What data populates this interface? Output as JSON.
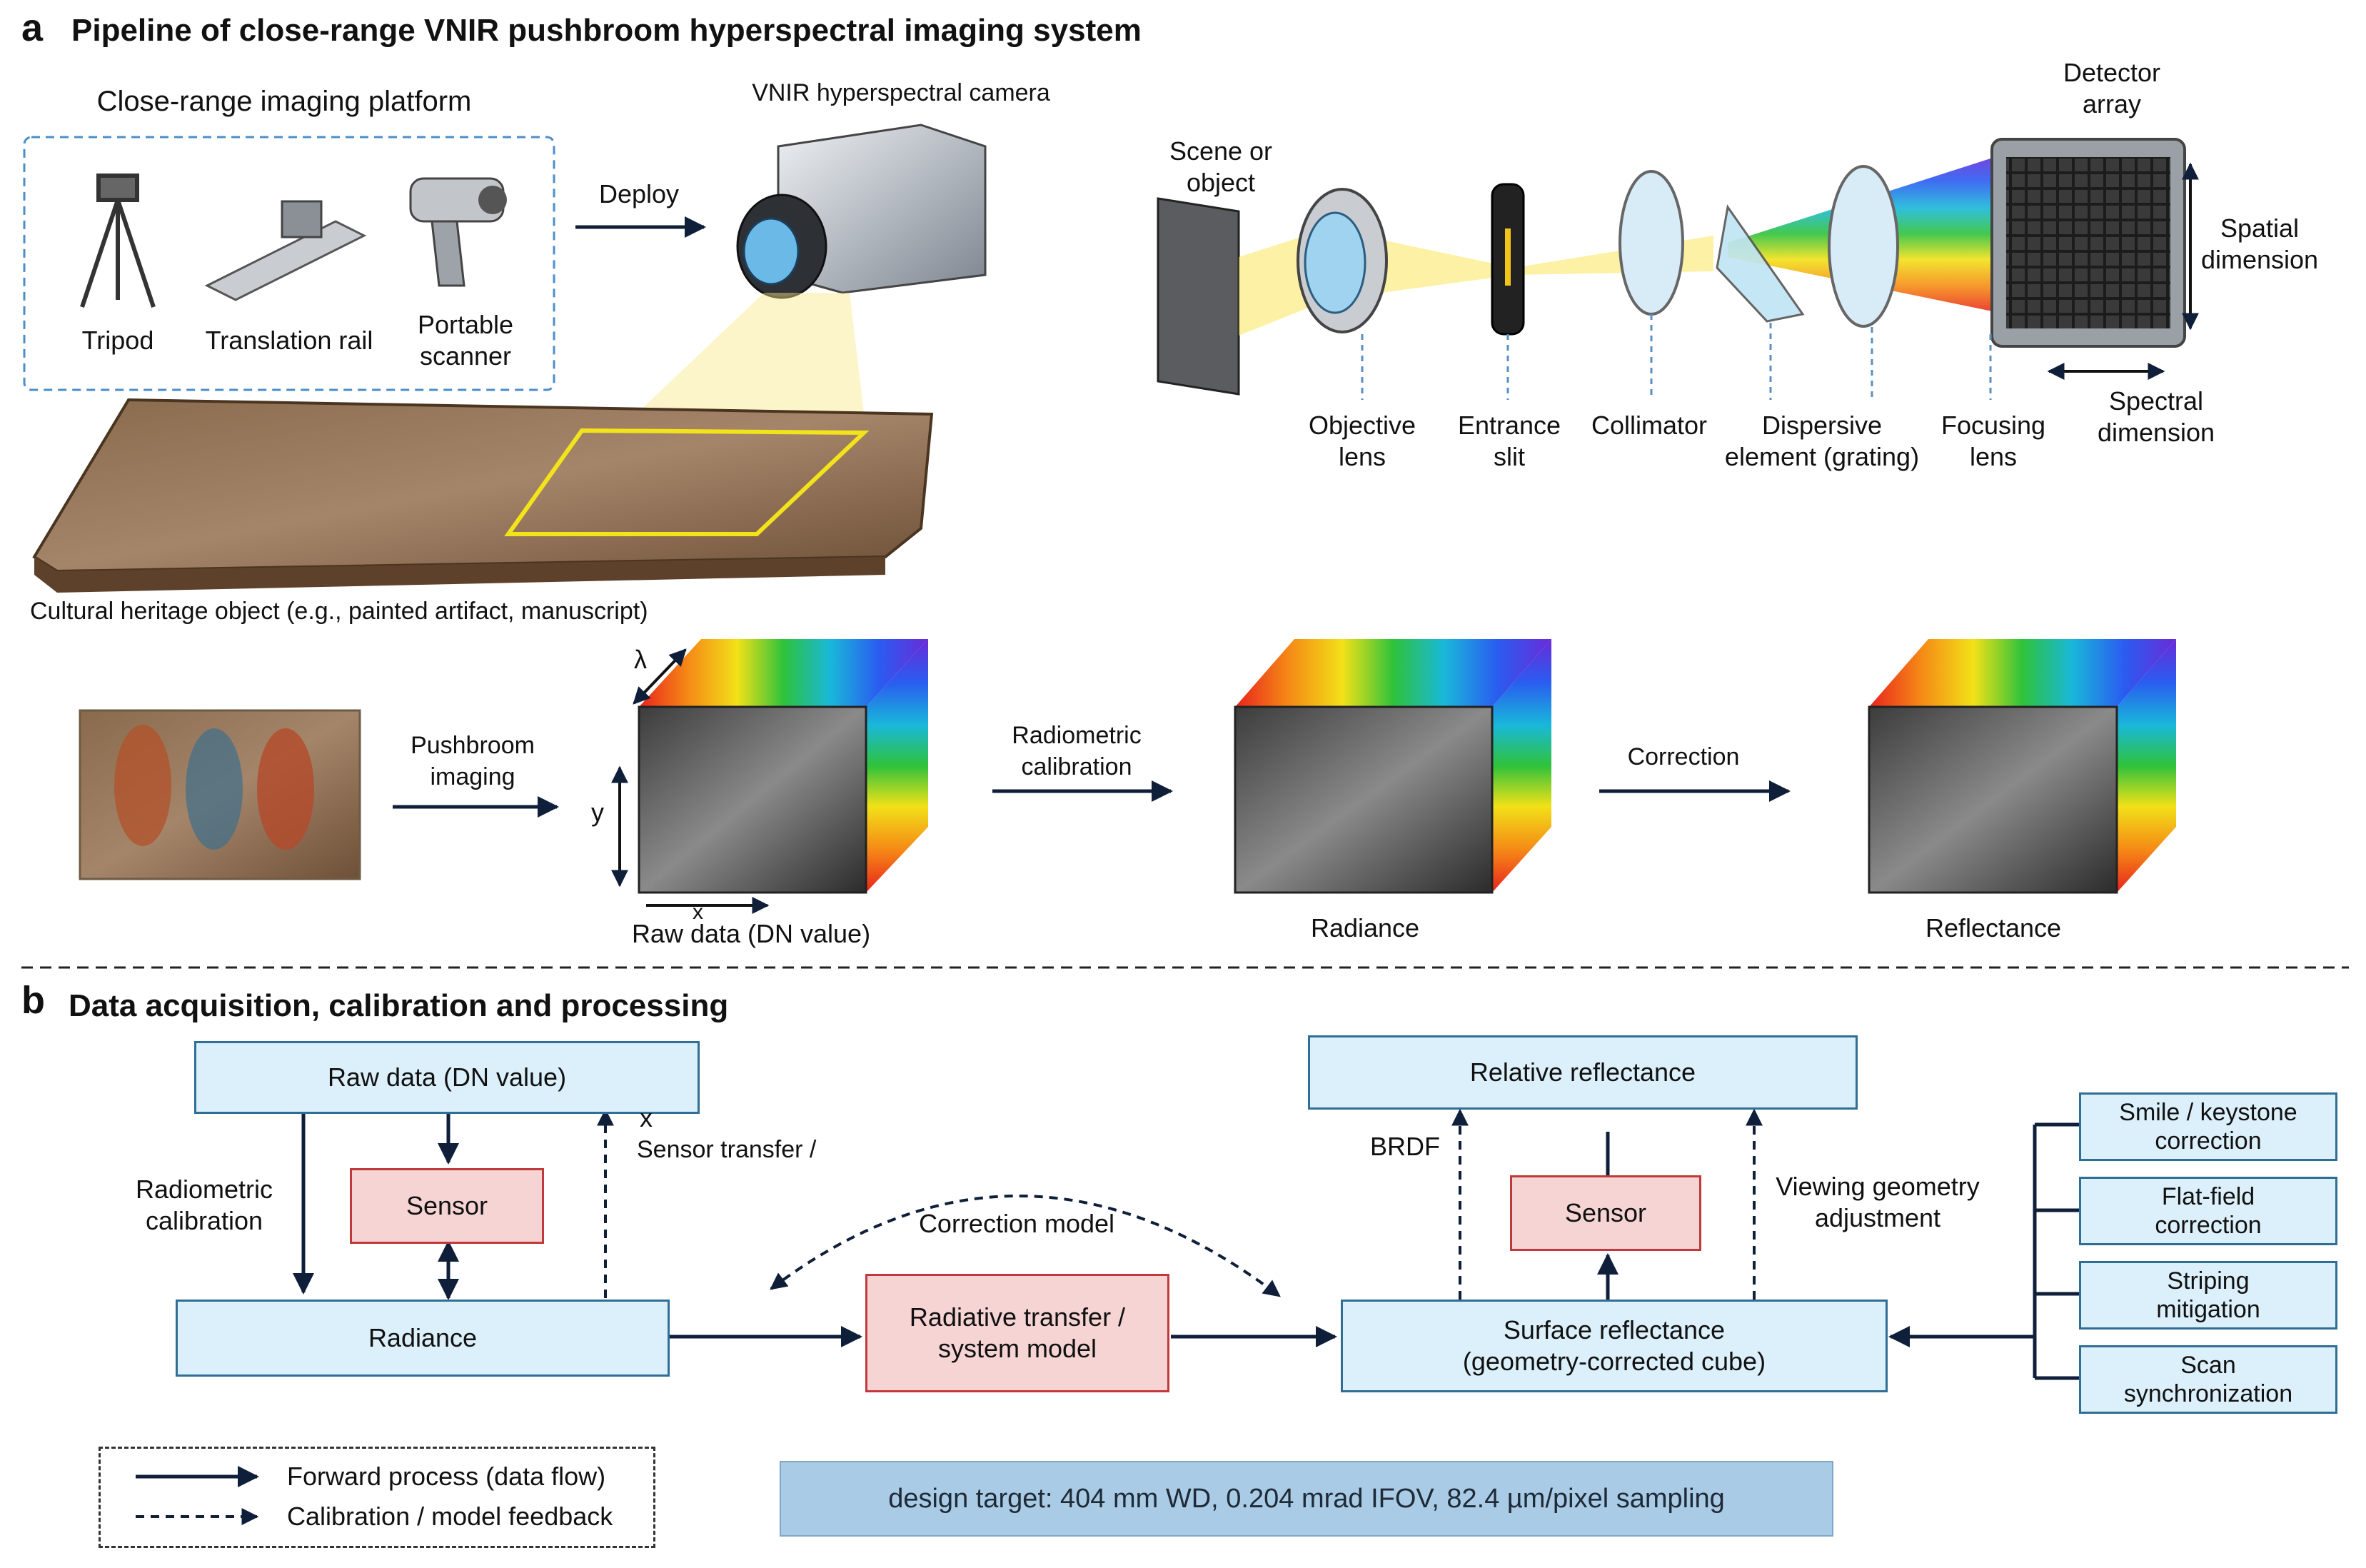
{
  "panel_a": {
    "letter": "a",
    "title": "Pipeline of close-range VNIR pushbroom hyperspectral imaging system",
    "platform_title": "Close-range imaging platform",
    "platform_items": [
      "Tripod",
      "Translation rail",
      "Portable\nscanner"
    ],
    "deploy_label": "Deploy",
    "camera_label": "VNIR hyperspectral camera",
    "heritage_label": "Cultural heritage object (e.g., painted artifact, manuscript)",
    "optics": {
      "scene_label": "Scene or\nobject",
      "detector_label": "Detector\narray",
      "spatial_label": "Spatial\ndimension",
      "spectral_label": "Spectral\ndimension",
      "components": [
        "Objective\nlens",
        "Entrance\nslit",
        "Collimator",
        "Dispersive\nelement (grating)",
        "Focusing\nlens"
      ]
    },
    "cubes": {
      "pushbroom_label": "Pushbroom\nimaging",
      "lambda_axis": "λ",
      "y_axis": "y",
      "x_axis": "x",
      "cube_labels": [
        "Raw data (DN value)",
        "Radiance",
        "Reflectance"
      ],
      "step_labels": [
        "Radiometric\ncalibration",
        "Correction"
      ]
    }
  },
  "panel_b": {
    "letter": "b",
    "title": "Data acquisition, calibration and processing",
    "raw_box": "Raw data (DN value)",
    "sensor_left": "Sensor",
    "radiance_box": "Radiance",
    "radiometric_label": "Radiometric\ncalibration",
    "x_mark": "x",
    "sensor_transfer_label": "Sensor transfer /",
    "correction_model_label": "Correction model",
    "rt_box": "Radiative transfer /\nsystem model",
    "relative_box": "Relative reflectance",
    "sensor_right": "Sensor",
    "brdf_label": "BRDF",
    "viewing_label": "Viewing geometry\nadjustment",
    "surface_box": "Surface reflectance\n(geometry-corrected cube)",
    "side_boxes": [
      "Smile / keystone\ncorrection",
      "Flat-field\ncorrection",
      "Striping\nmitigation",
      "Scan\nsynchronization"
    ],
    "legend": [
      "Forward process (data flow)",
      "Calibration / model feedback"
    ],
    "design_note": "design target: 404 mm WD, 0.204 mrad IFOV, 82.4 µm/pixel sampling"
  },
  "colors": {
    "box_fill": "#dcf0fb",
    "box_border": "#2f6f95",
    "sensor_fill": "#f6d4d4",
    "sensor_border": "#c0393b",
    "arrow": "#0f1f3a",
    "note_fill": "#a9cbe6"
  }
}
